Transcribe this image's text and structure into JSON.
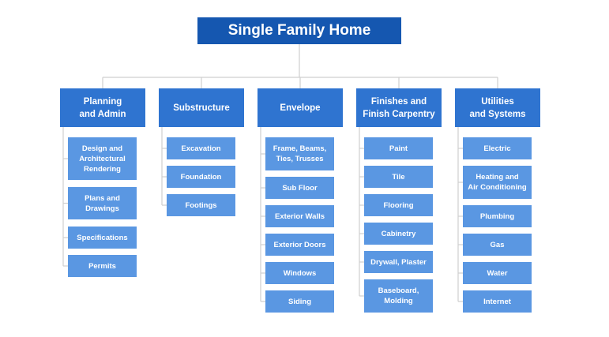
{
  "root": {
    "label": "Single Family Home"
  },
  "colors": {
    "root": "#1557b0",
    "category": "#2f74d0",
    "item": "#5a97e2",
    "connector": "#cfcfcf"
  },
  "categories": [
    {
      "label": "Planning\nand Admin",
      "items": [
        "Design and\nArchitectural\nRendering",
        "Plans and\nDrawings",
        "Specifications",
        "Permits"
      ]
    },
    {
      "label": "Substructure",
      "items": [
        "Excavation",
        "Foundation",
        "Footings"
      ]
    },
    {
      "label": "Envelope",
      "items": [
        "Frame, Beams,\nTies, Trusses",
        "Sub Floor",
        "Exterior Walls",
        "Exterior Doors",
        "Windows",
        "Siding"
      ]
    },
    {
      "label": "Finishes and\nFinish Carpentry",
      "items": [
        "Paint",
        "Tile",
        "Flooring",
        "Cabinetry",
        "Drywall, Plaster",
        "Baseboard,\nMolding"
      ]
    },
    {
      "label": "Utilities\nand Systems",
      "items": [
        "Electric",
        "Heating and\nAir Conditioning",
        "Plumbing",
        "Gas",
        "Water",
        "Internet"
      ]
    }
  ]
}
